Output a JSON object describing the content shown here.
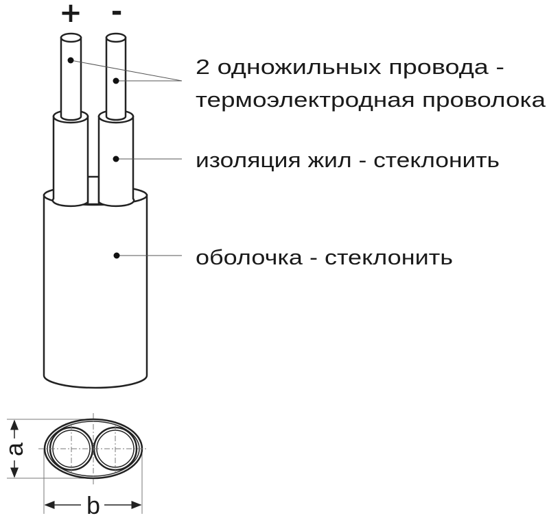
{
  "polarity": {
    "plus": "+",
    "minus": "-"
  },
  "labels": {
    "conductors_line1": "2 одножильных провода -",
    "conductors_line2": "термоэлектродная проволока",
    "insulation": "изоляция жил - стеклонить",
    "sheath": "оболочка - стеклонить"
  },
  "dimensions": {
    "height": "a",
    "width": "b"
  }
}
